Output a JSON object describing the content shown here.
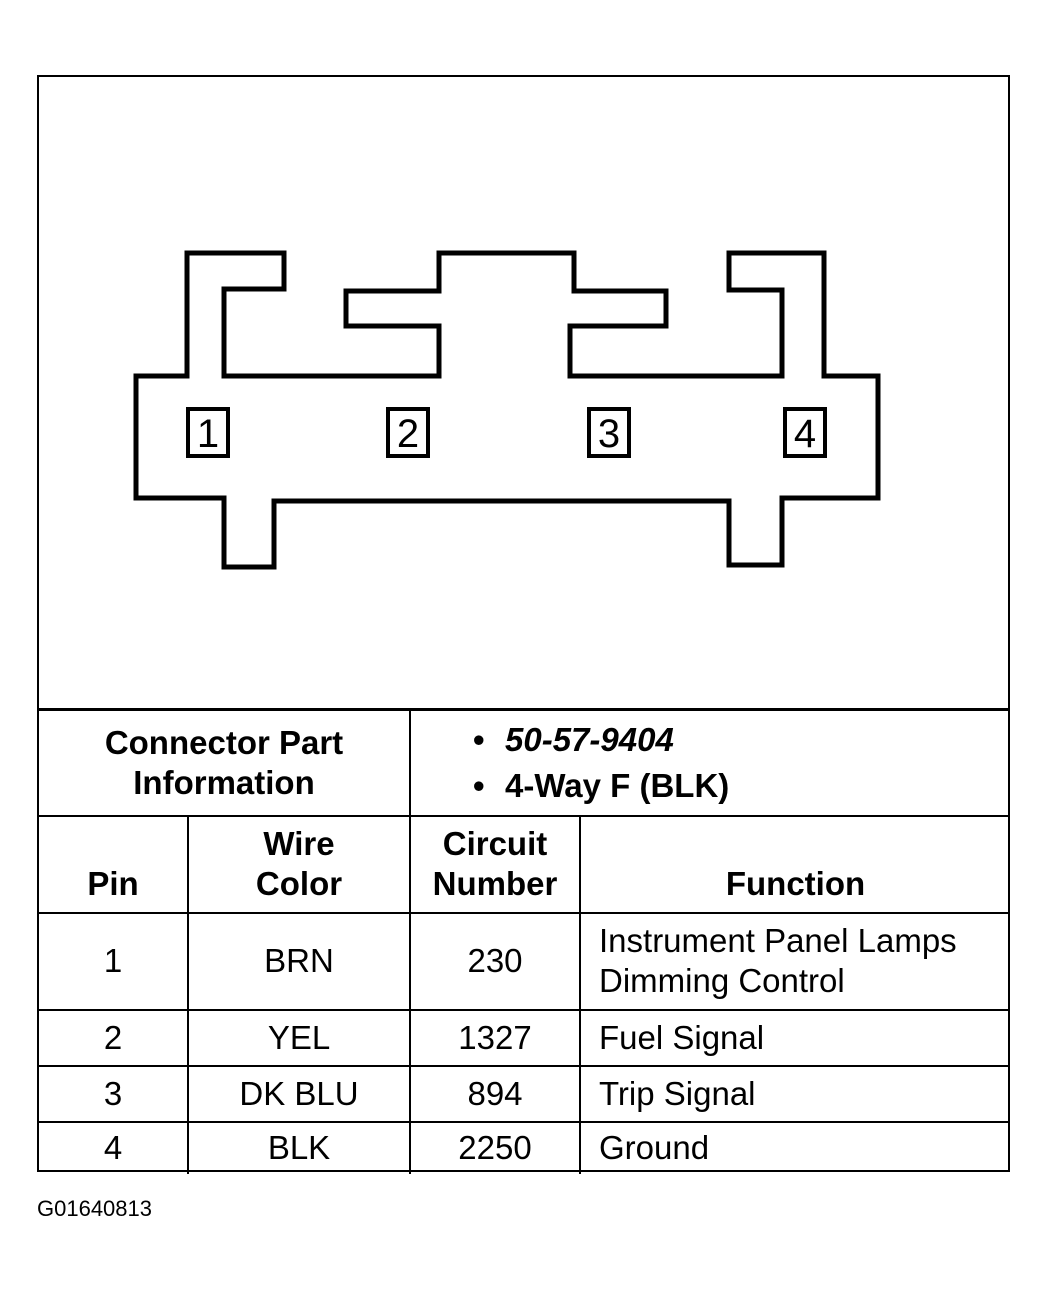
{
  "diagram": {
    "pins": [
      "1",
      "2",
      "3",
      "4"
    ]
  },
  "connector_info": {
    "label": "Connector Part Information",
    "part_number": "50-57-9404",
    "description": "4-Way F (BLK)"
  },
  "table": {
    "headers": {
      "pin": "Pin",
      "wire_color_line1": "Wire",
      "wire_color_line2": "Color",
      "circuit_line1": "Circuit",
      "circuit_line2": "Number",
      "function": "Function"
    },
    "rows": [
      {
        "pin": "1",
        "wire_color": "BRN",
        "circuit": "230",
        "function_line1": "Instrument Panel Lamps",
        "function_line2": "Dimming Control"
      },
      {
        "pin": "2",
        "wire_color": "YEL",
        "circuit": "1327",
        "function_line1": "Fuel Signal",
        "function_line2": ""
      },
      {
        "pin": "3",
        "wire_color": "DK BLU",
        "circuit": "894",
        "function_line1": "Trip Signal",
        "function_line2": ""
      },
      {
        "pin": "4",
        "wire_color": "BLK",
        "circuit": "2250",
        "function_line1": "Ground",
        "function_line2": ""
      }
    ]
  },
  "caption": "G01640813"
}
